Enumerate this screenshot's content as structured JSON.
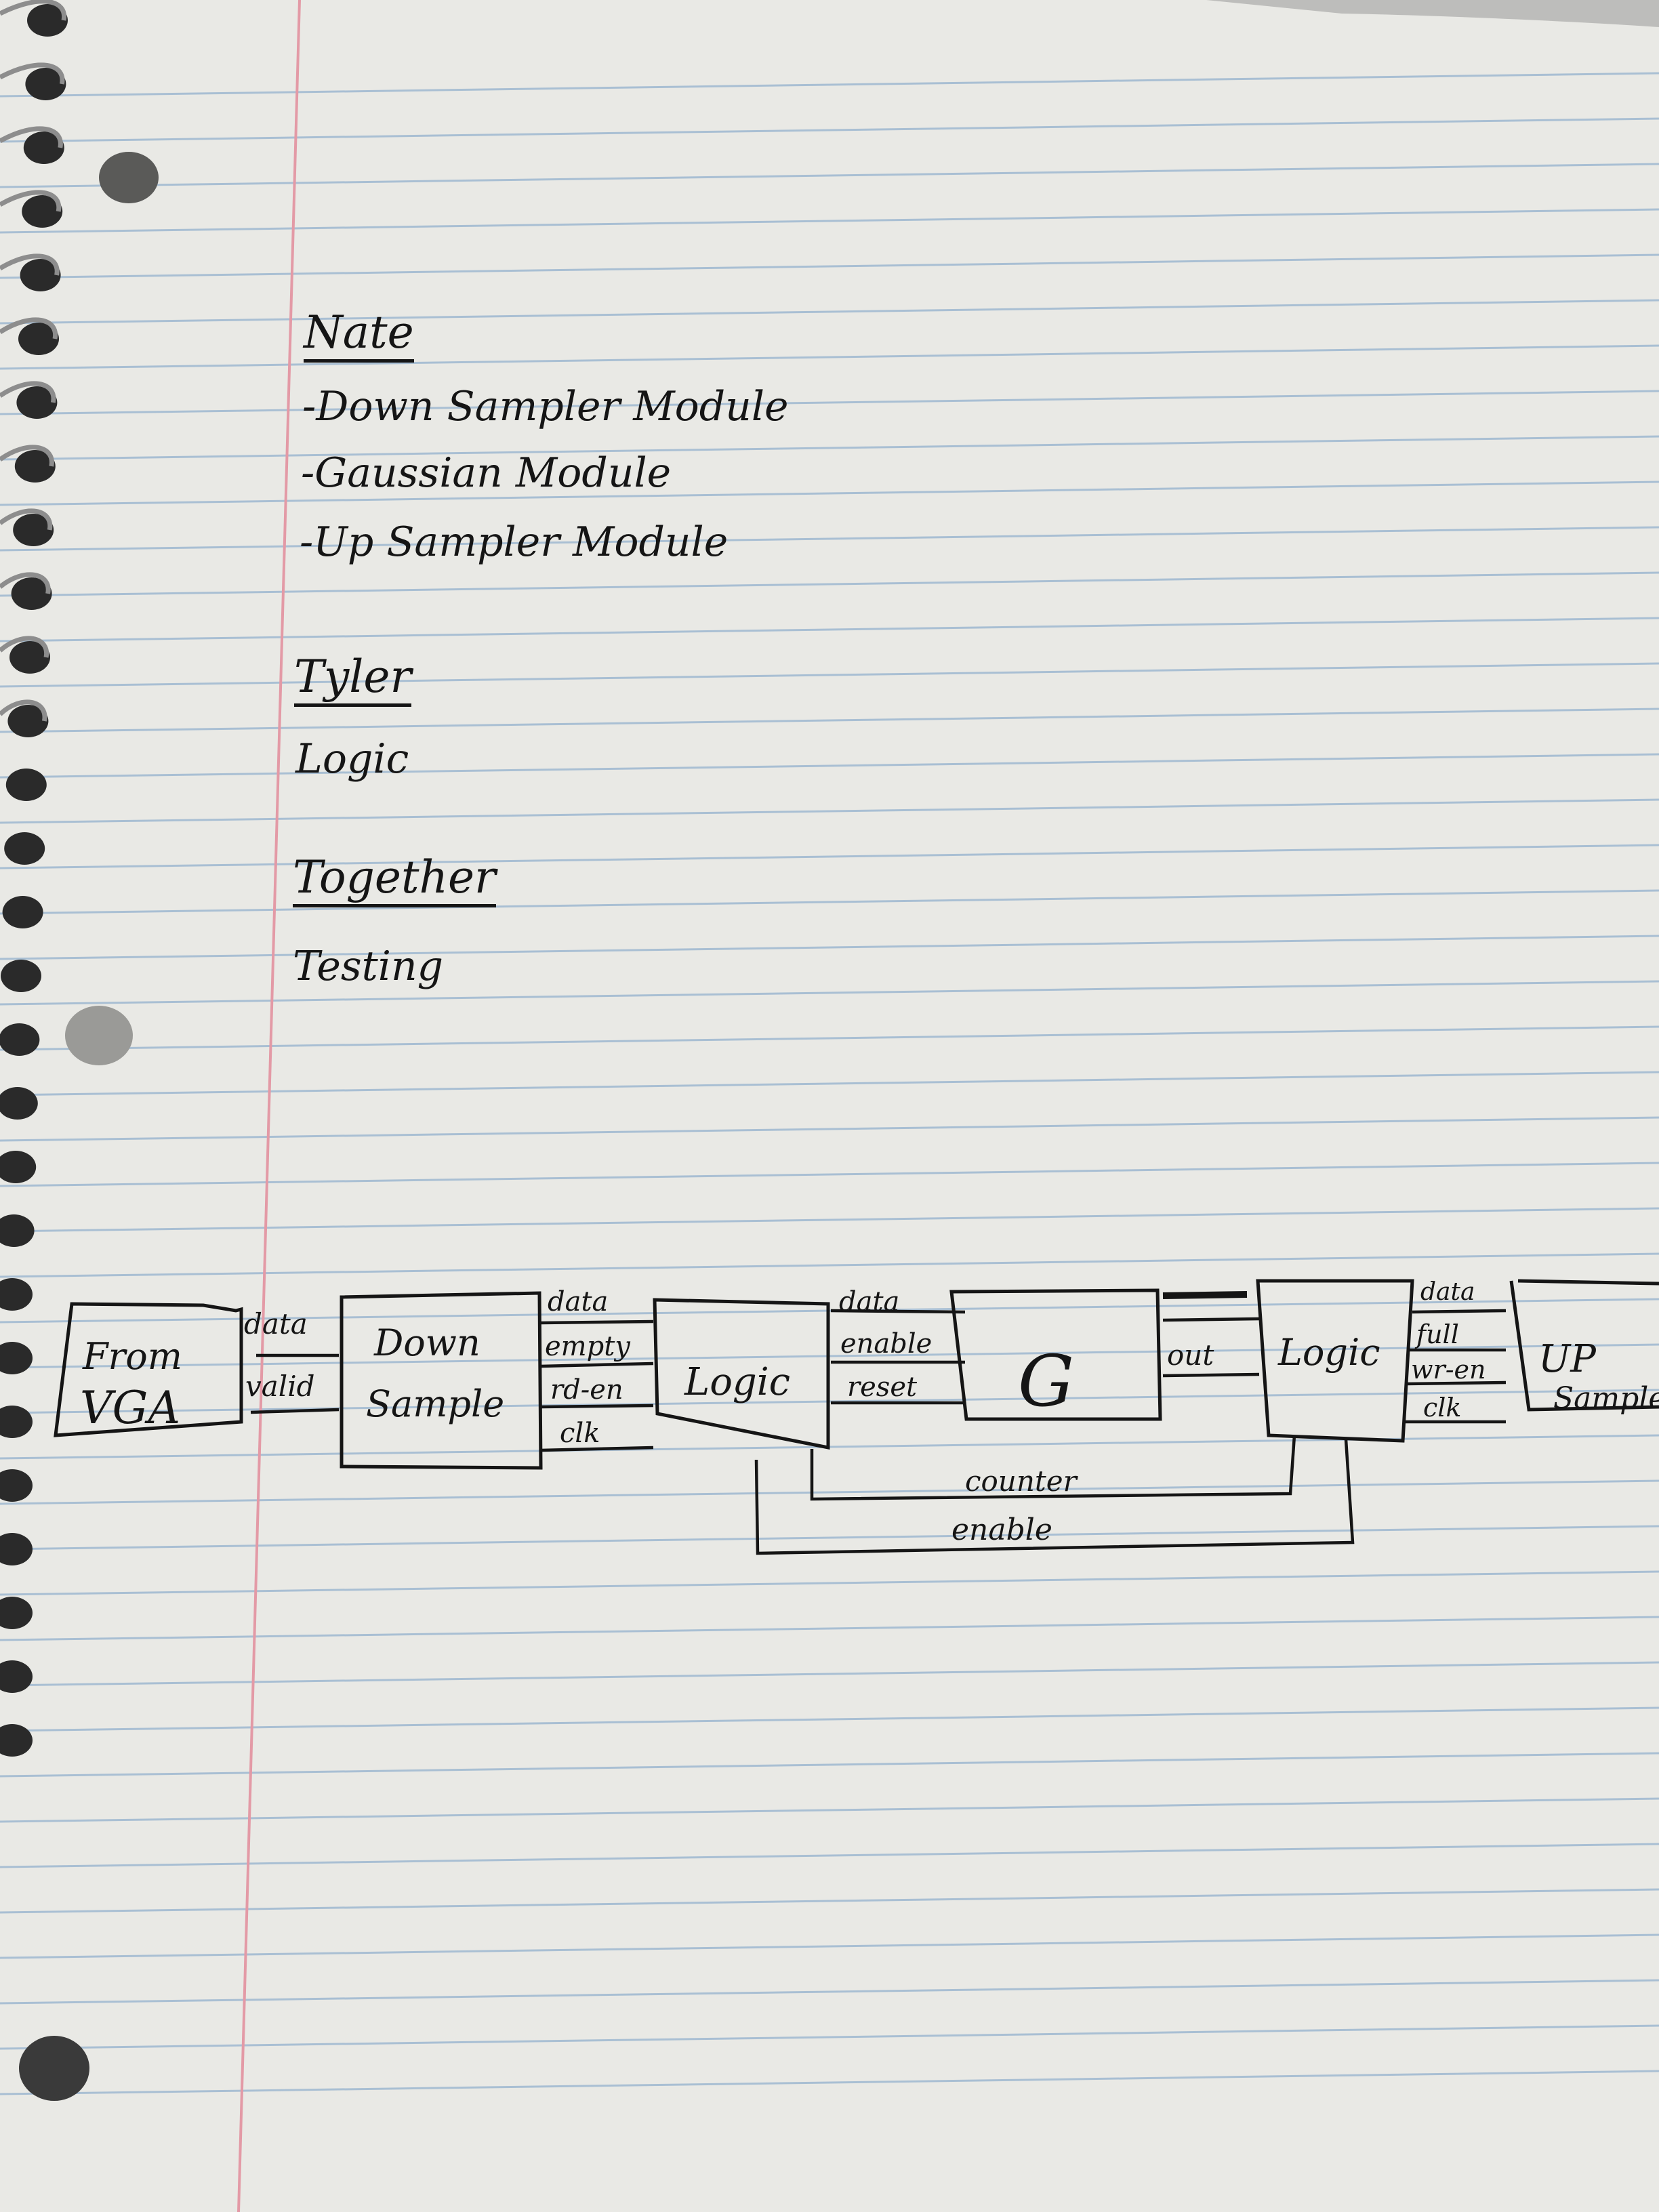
{
  "notes": {
    "nate": {
      "heading": "Nate",
      "items": [
        "-Down Sampler Module",
        "-Gaussian Module",
        "-Up Sampler Module"
      ]
    },
    "tyler": {
      "heading": "Tyler",
      "items": [
        "Logic"
      ]
    },
    "together": {
      "heading": "Together",
      "items": [
        "Testing"
      ]
    }
  },
  "diagram": {
    "blocks": {
      "vga": [
        "From",
        "VGA"
      ],
      "down_sample": [
        "Down",
        "Sample"
      ],
      "logic_1": "Logic",
      "gaussian": "G",
      "logic_2": "Logic",
      "up_sample": [
        "UP",
        "Sample"
      ]
    },
    "signals": {
      "vga_to_down": [
        "data",
        "valid"
      ],
      "down_to_logic": [
        "data",
        "empty",
        "rd-en",
        "clk"
      ],
      "logic_to_g": [
        "data",
        "enable",
        "reset"
      ],
      "g_to_logic": [
        "out"
      ],
      "logic_to_up": [
        "data",
        "full",
        "wr-en",
        "clk"
      ],
      "feedback": [
        "counter",
        "enable"
      ]
    }
  },
  "colors": {
    "paper": "#e9e9e5",
    "ink": "#151515",
    "rule_line": "#a9bfd3",
    "margin_line": "#e39aa6"
  }
}
